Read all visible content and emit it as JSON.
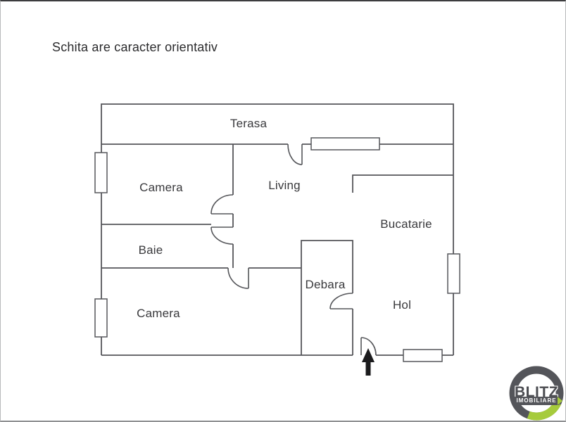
{
  "title": "Schita are caracter orientativ",
  "floorplan": {
    "rooms": [
      {
        "id": "terasa",
        "label": "Terasa"
      },
      {
        "id": "camera-1",
        "label": "Camera"
      },
      {
        "id": "living",
        "label": "Living"
      },
      {
        "id": "bucatarie",
        "label": "Bucatarie"
      },
      {
        "id": "baie",
        "label": "Baie"
      },
      {
        "id": "debara",
        "label": "Debara"
      },
      {
        "id": "hol",
        "label": "Hol"
      },
      {
        "id": "camera-2",
        "label": "Camera"
      }
    ],
    "window_count": 5,
    "door_count": 6,
    "entrance_marker": "arrow-up"
  },
  "logo": {
    "brand": "BLITZ",
    "sub": "IMOBILIARE"
  },
  "colors": {
    "wall": "#55565a",
    "label_text": "#39393c",
    "logo_gray": "#54555a",
    "logo_green": "#a6cb3c"
  }
}
